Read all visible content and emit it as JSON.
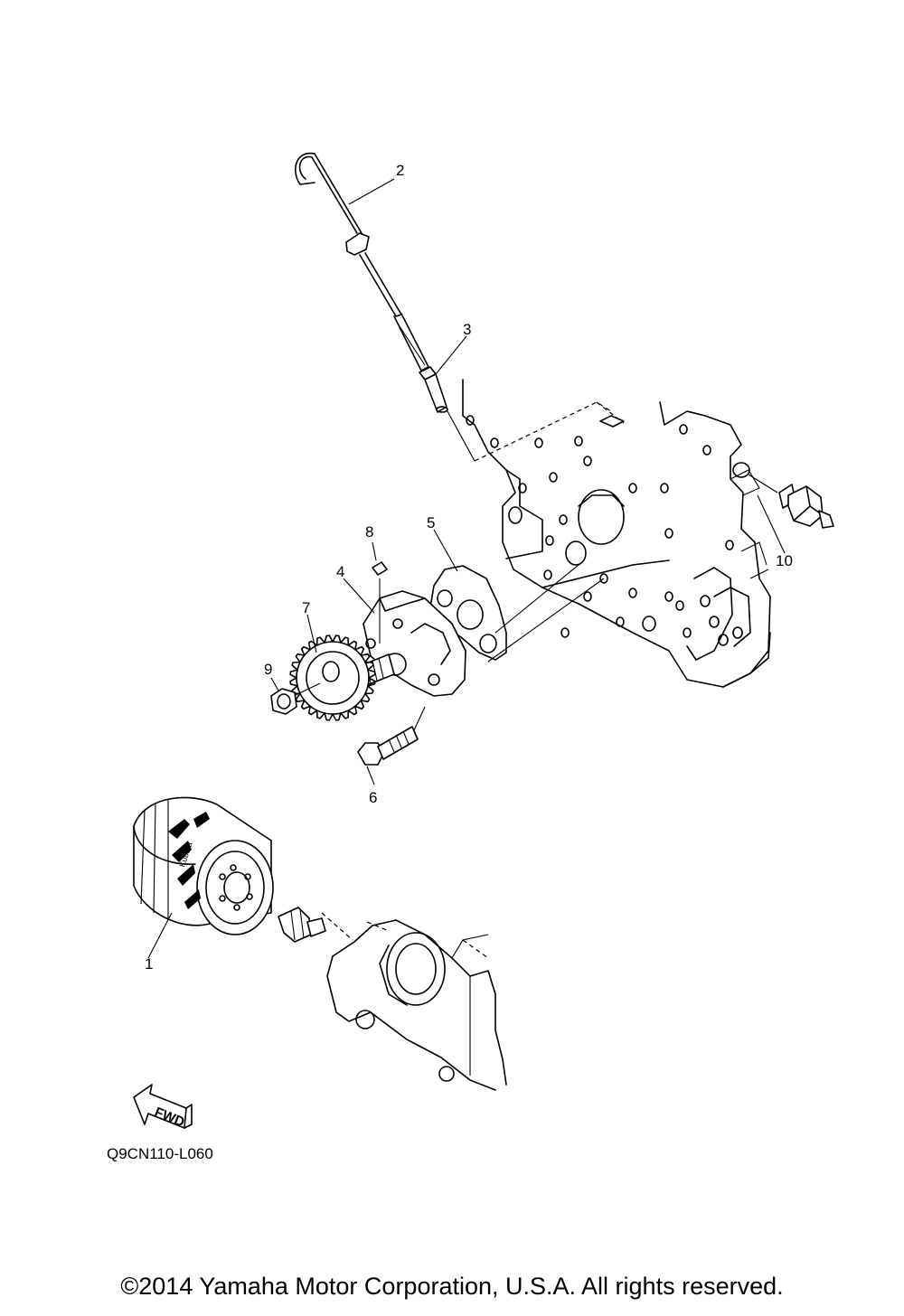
{
  "diagram": {
    "part_labels": [
      {
        "id": "1",
        "text": "1"
      },
      {
        "id": "2",
        "text": "2"
      },
      {
        "id": "3",
        "text": "3"
      },
      {
        "id": "4",
        "text": "4"
      },
      {
        "id": "5",
        "text": "5"
      },
      {
        "id": "6",
        "text": "6"
      },
      {
        "id": "7",
        "text": "7"
      },
      {
        "id": "8",
        "text": "8"
      },
      {
        "id": "9",
        "text": "9"
      },
      {
        "id": "10",
        "text": "10"
      }
    ],
    "fwd_arrow_text": "FWD",
    "filter_brand_text": "Kubota",
    "drawing_code": "Q9CN110-L060"
  },
  "footer": {
    "copyright": "©2014 Yamaha Motor Corporation, U.S.A. All rights reserved."
  }
}
